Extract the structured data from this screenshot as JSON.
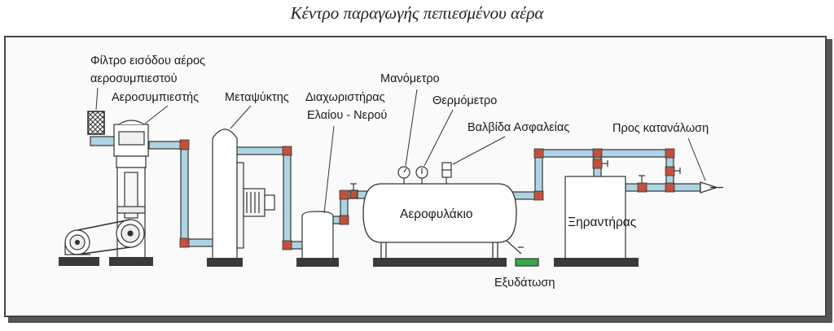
{
  "title": "Κέντρο παραγωγής πεπιεσμένου αέρα",
  "labels": {
    "filter_line1": "Φίλτρο εισόδου αέρος",
    "filter_line2": "αεροσυμπιεστού",
    "compressor": "Αεροσυμπιεστής",
    "aftercooler": "Μεταψύκτης",
    "separator_line1": "Διαχωριστήρας",
    "separator_line2": "Ελαίου - Νερού",
    "manometer": "Μανόμετρο",
    "thermometer": "Θερμόμετρο",
    "safety_valve": "Βαλβίδα Ασφαλείας",
    "consumption": "Προς κατανάλωση",
    "air_tank": "Αεροφυλάκιο",
    "dryer": "Ξηραντήρας",
    "drain": "Εξυδάτωση"
  },
  "colors": {
    "pipe": "#aed4e4",
    "joint": "#c0513d",
    "outline": "#333333",
    "base": "#3a3a3a",
    "drain_water": "#3aa54a"
  }
}
